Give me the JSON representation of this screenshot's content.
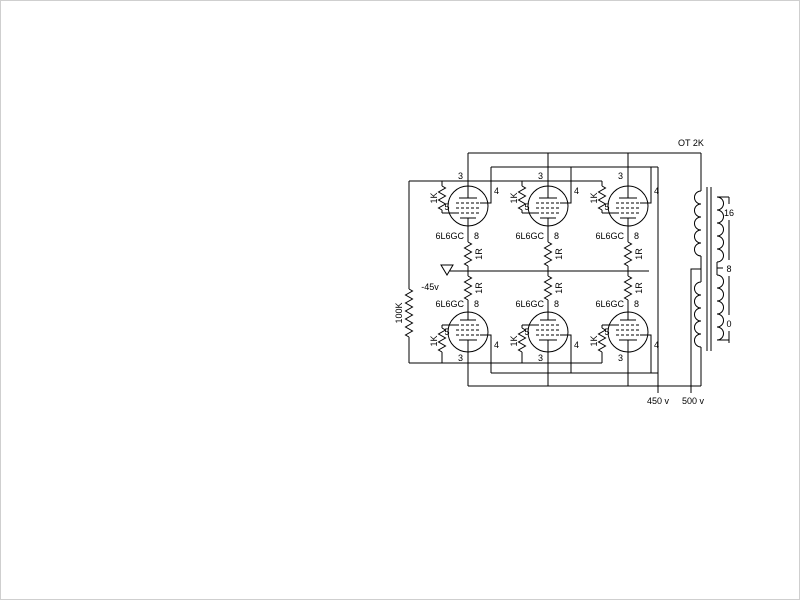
{
  "schematic": {
    "transformer": {
      "label": "OT 2K",
      "taps": [
        "16",
        "8",
        "0"
      ]
    },
    "supplies": {
      "bias": "-45v",
      "screen": "450 v",
      "plate": "500 v"
    },
    "tube": {
      "type": "6L6GC",
      "pins": {
        "plate": "3",
        "screen": "4",
        "grid": "5",
        "cathode": "8"
      }
    },
    "resistors": {
      "grid_stopper": "1K",
      "cathode": "1R",
      "grid_leak": "100K"
    }
  }
}
